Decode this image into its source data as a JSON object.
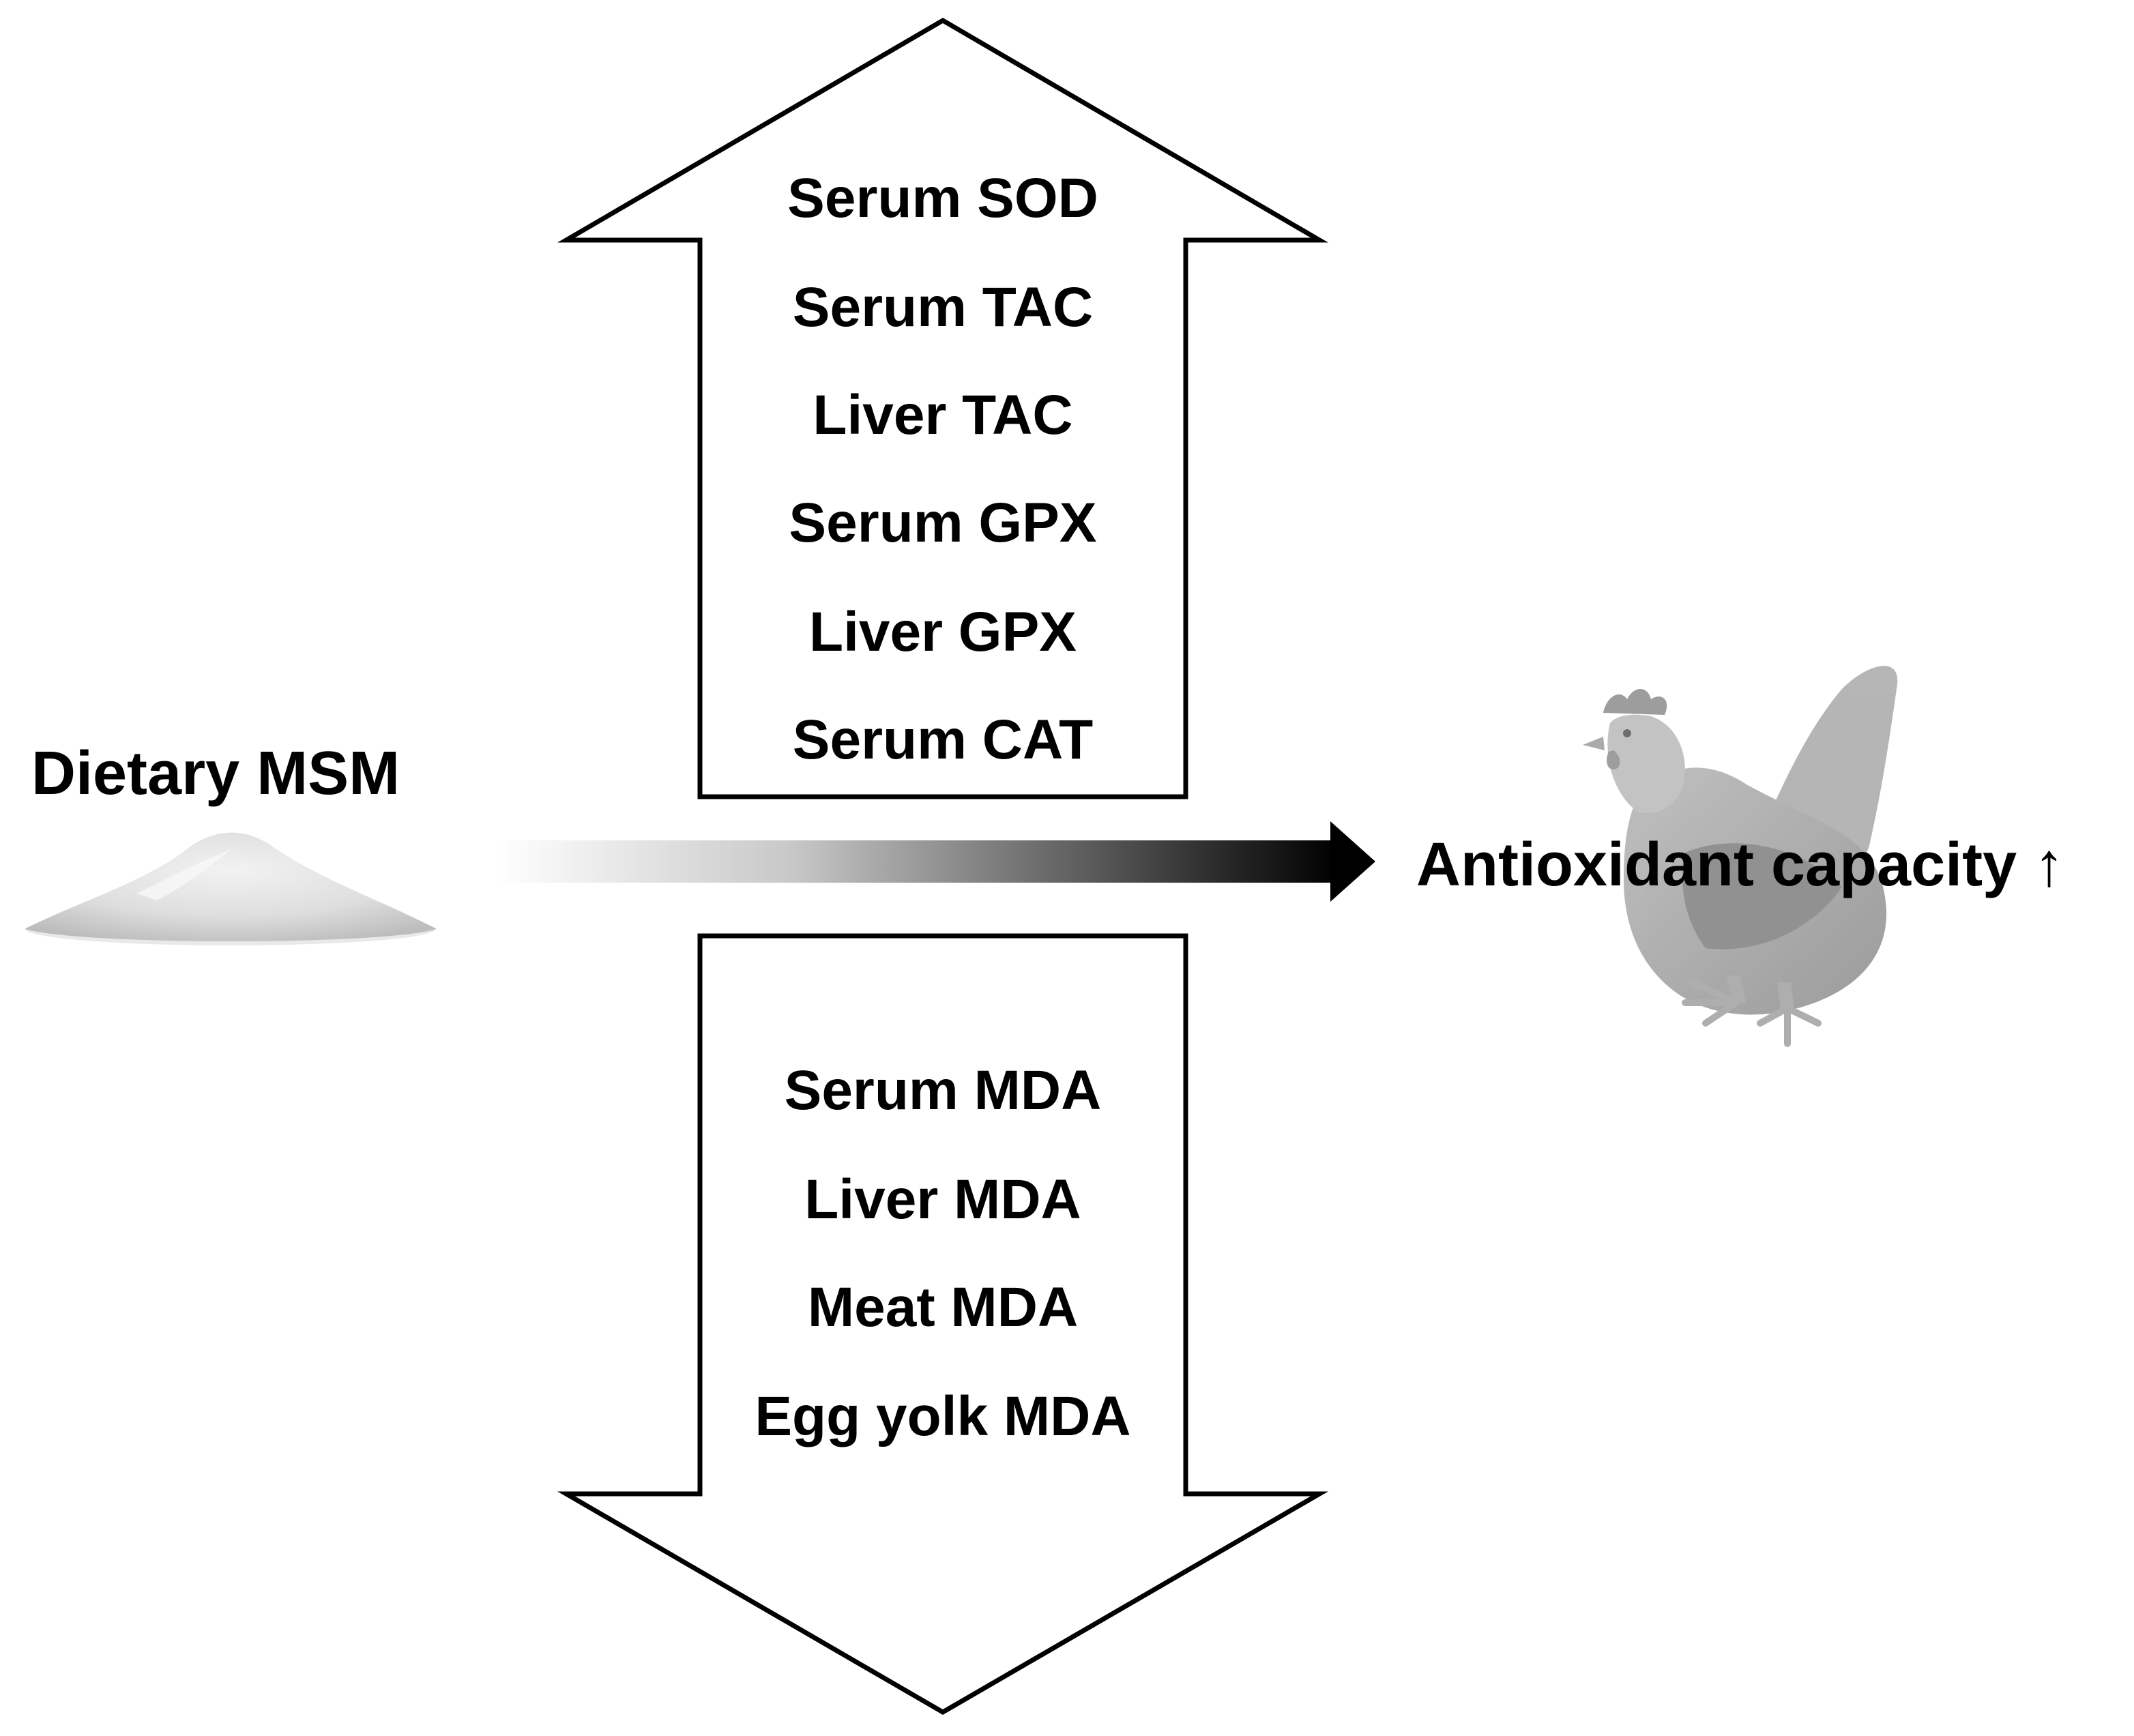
{
  "diagram": {
    "source_label": "Dietary MSM",
    "outcome_label": "Antioxidant capacity ↑",
    "increased_title": "",
    "increased_items": [
      "Serum SOD",
      "Serum TAC",
      "Liver TAC",
      "Serum GPX",
      "Liver GPX",
      "Serum CAT"
    ],
    "decreased_items": [
      "Serum MDA",
      "Liver MDA",
      "Meat MDA",
      "Egg yolk MDA"
    ],
    "icons": {
      "source": "powder-pile-icon",
      "subject": "hen-icon",
      "flow": "gradient-arrow-icon",
      "increase": "up-arrow-icon",
      "decrease": "down-arrow-icon"
    },
    "colors": {
      "text": "#000000",
      "arrow_outline": "#000000",
      "arrow_fill": "#ffffff",
      "flow_start": "#ffffff",
      "flow_end": "#000000",
      "powder": "#d4d4d4",
      "hen": "#9a9a9a"
    }
  }
}
